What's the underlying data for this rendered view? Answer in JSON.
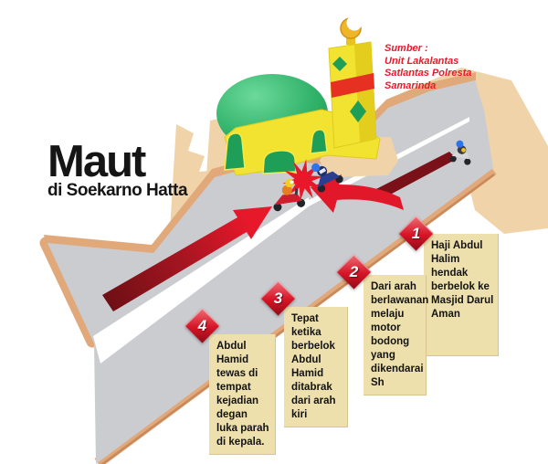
{
  "title": "Maut",
  "subtitle": "di Soekarno Hatta",
  "source": {
    "label": "Sumber :",
    "line1": "Unit Lakalantas",
    "line2": "Satlantas Polresta",
    "line3": "Samarinda"
  },
  "callouts": [
    {
      "number": "1",
      "text": "Haji Abdul Halim hendak berbelok ke Masjid Darul Aman"
    },
    {
      "number": "2",
      "text": "Dari arah berlawanan melaju motor bodong yang dikendarai Sh"
    },
    {
      "number": "3",
      "text": "Tepat ketika berbelok Abdul Hamid ditabrak dari arah kiri"
    },
    {
      "number": "4",
      "text": "Abdul Hamid tewas di tempat kejadian degan luka parah di kepala."
    }
  ],
  "icons": {
    "crescent_icon": "crescent-moon on minaret",
    "collision_star_icon": "red crash burst",
    "mosque_icon": "green-dome mosque",
    "motorcycle_icons": "three motorcycle riders",
    "arrow_main_icon": "red travel-direction arrow",
    "arrow_turn_icon": "red turning arrow"
  },
  "colors": {
    "accent_red": "#e8182b",
    "dark_red": "#7a1118",
    "road_gray": "#cbccd0",
    "shoulder_tan": "#e1a87a",
    "land_tan": "#f1d3a9",
    "callout_bg": "#eee0ac",
    "dome_green": "#21a35b",
    "mosque_yellow": "#f1e32f",
    "title_black": "#151515"
  }
}
